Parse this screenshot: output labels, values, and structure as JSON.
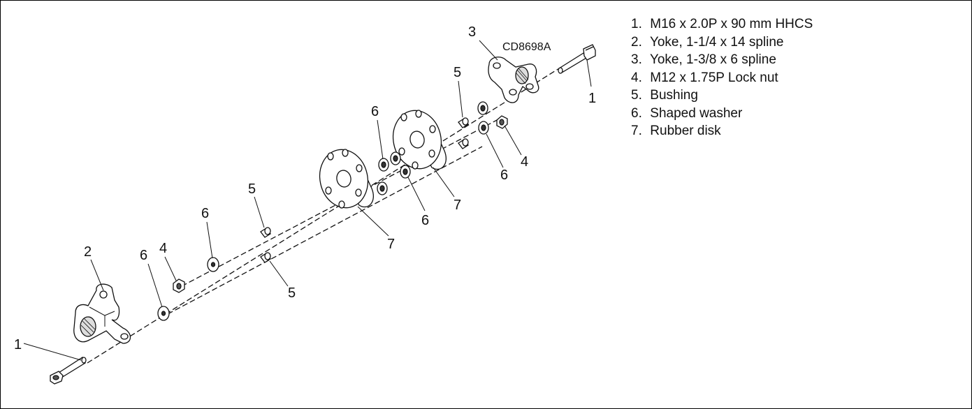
{
  "figure": {
    "code": "CD8698A",
    "callouts": {
      "bolt_right": "1",
      "bolt_left": "1",
      "yoke_left": "2",
      "yoke_right": "3",
      "nut_left": "4",
      "nut_right": "4",
      "bushing_upper_left": "5",
      "bushing_lower_left": "5",
      "bushing_upper_right": "5",
      "washer_far_left": "6",
      "washer_left": "6",
      "washer_mid_upper": "6",
      "washer_mid_lower": "6",
      "washer_right": "6",
      "disk_left": "7",
      "disk_right": "7"
    }
  },
  "legend": {
    "items": [
      {
        "num": "1.",
        "text": "M16 x 2.0P x 90 mm HHCS"
      },
      {
        "num": "2.",
        "text": "Yoke, 1-1/4 x 14 spline"
      },
      {
        "num": "3.",
        "text": "Yoke, 1-3/8 x 6 spline"
      },
      {
        "num": "4.",
        "text": "M12 x 1.75P Lock nut"
      },
      {
        "num": "5.",
        "text": "Bushing"
      },
      {
        "num": "6.",
        "text": "Shaped washer"
      },
      {
        "num": "7.",
        "text": "Rubber disk"
      }
    ]
  }
}
